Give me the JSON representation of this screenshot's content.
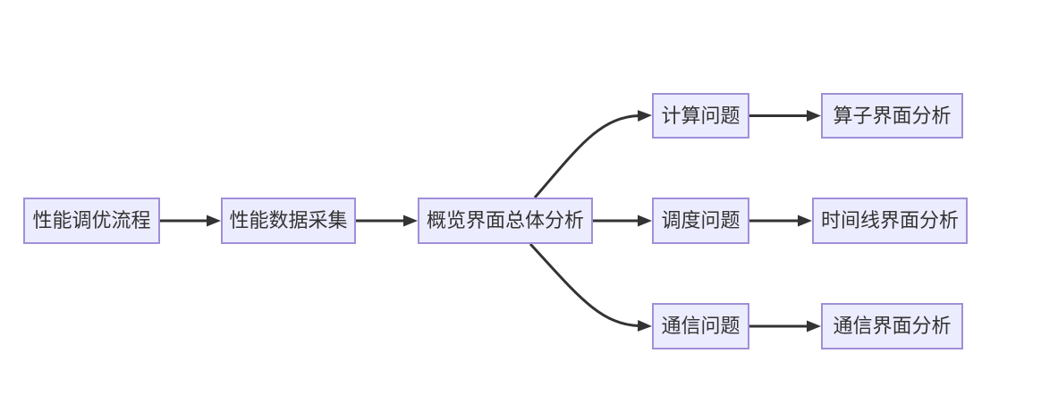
{
  "diagram": {
    "type": "flowchart",
    "direction": "left-to-right",
    "colors": {
      "background": "#ffffff",
      "node_fill": "#ECECFF",
      "node_border": "#9370DB",
      "text": "#333333",
      "edge": "#333333"
    },
    "nodes": [
      {
        "id": "tuning",
        "label": "性能调优流程"
      },
      {
        "id": "collect",
        "label": "性能数据采集"
      },
      {
        "id": "overview",
        "label": "概览界面总体分析"
      },
      {
        "id": "compute",
        "label": "计算问题"
      },
      {
        "id": "operator",
        "label": "算子界面分析"
      },
      {
        "id": "schedule",
        "label": "调度问题"
      },
      {
        "id": "timeline",
        "label": "时间线界面分析"
      },
      {
        "id": "comm",
        "label": "通信问题"
      },
      {
        "id": "commres",
        "label": "通信界面分析"
      }
    ],
    "edges": [
      {
        "from": "性能调优流程",
        "to": "性能数据采集"
      },
      {
        "from": "性能数据采集",
        "to": "概览界面总体分析"
      },
      {
        "from": "概览界面总体分析",
        "to": "计算问题"
      },
      {
        "from": "概览界面总体分析",
        "to": "调度问题"
      },
      {
        "from": "概览界面总体分析",
        "to": "通信问题"
      },
      {
        "from": "计算问题",
        "to": "算子界面分析"
      },
      {
        "from": "调度问题",
        "to": "时间线界面分析"
      },
      {
        "from": "通信问题",
        "to": "通信界面分析"
      }
    ]
  }
}
